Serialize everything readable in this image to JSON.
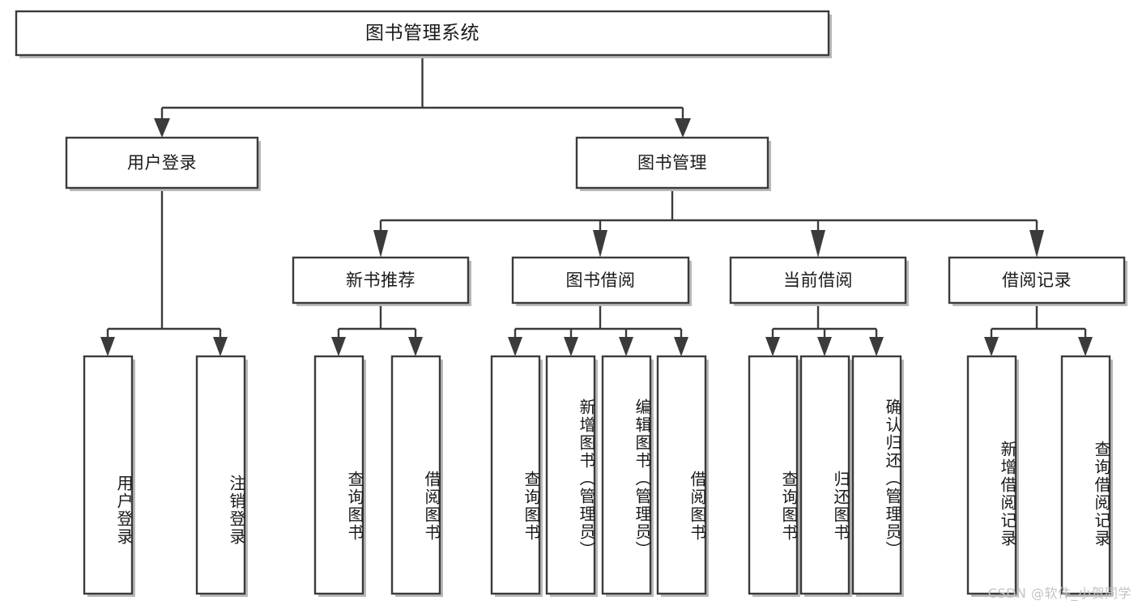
{
  "diagram": {
    "title": "图书管理系统",
    "type": "tree",
    "watermark": "CSDN @软件_小贺同学",
    "nodes": {
      "root": {
        "label": "图书管理系统",
        "level": 0
      },
      "user_login": {
        "label": "用户登录",
        "level": 1
      },
      "book_manage": {
        "label": "图书管理",
        "level": 1
      },
      "new_book_rec": {
        "label": "新书推荐",
        "level": 2
      },
      "book_borrow": {
        "label": "图书借阅",
        "level": 2
      },
      "current_borrow": {
        "label": "当前借阅",
        "level": 2
      },
      "borrow_record": {
        "label": "借阅记录",
        "level": 2
      },
      "leaf_user_login": {
        "label": "用户登录",
        "level": 3
      },
      "leaf_logout": {
        "label": "注销登录",
        "level": 3
      },
      "leaf_query_book_1": {
        "label": "查询图书",
        "level": 3
      },
      "leaf_borrow_book_1": {
        "label": "借阅图书",
        "level": 3
      },
      "leaf_query_book_2": {
        "label": "查询图书",
        "level": 3
      },
      "leaf_add_book": {
        "label": "新增图书（管理员）",
        "level": 3
      },
      "leaf_edit_book": {
        "label": "编辑图书（管理员）",
        "level": 3
      },
      "leaf_borrow_book_2": {
        "label": "借阅图书",
        "level": 3
      },
      "leaf_query_book_3": {
        "label": "查询图书",
        "level": 3
      },
      "leaf_return_book": {
        "label": "归还图书",
        "level": 3
      },
      "leaf_confirm_return": {
        "label": "确认归还（管理员）",
        "level": 3
      },
      "leaf_add_record": {
        "label": "新增借阅记录",
        "level": 3
      },
      "leaf_query_record": {
        "label": "查询借阅记录",
        "level": 3
      }
    },
    "edges": [
      {
        "from": "root",
        "to": "user_login"
      },
      {
        "from": "root",
        "to": "book_manage"
      },
      {
        "from": "user_login",
        "to": "leaf_user_login"
      },
      {
        "from": "user_login",
        "to": "leaf_logout"
      },
      {
        "from": "book_manage",
        "to": "new_book_rec"
      },
      {
        "from": "book_manage",
        "to": "book_borrow"
      },
      {
        "from": "book_manage",
        "to": "current_borrow"
      },
      {
        "from": "book_manage",
        "to": "borrow_record"
      },
      {
        "from": "new_book_rec",
        "to": "leaf_query_book_1"
      },
      {
        "from": "new_book_rec",
        "to": "leaf_borrow_book_1"
      },
      {
        "from": "book_borrow",
        "to": "leaf_query_book_2"
      },
      {
        "from": "book_borrow",
        "to": "leaf_add_book"
      },
      {
        "from": "book_borrow",
        "to": "leaf_edit_book"
      },
      {
        "from": "book_borrow",
        "to": "leaf_borrow_book_2"
      },
      {
        "from": "current_borrow",
        "to": "leaf_query_book_3"
      },
      {
        "from": "current_borrow",
        "to": "leaf_return_book"
      },
      {
        "from": "current_borrow",
        "to": "leaf_confirm_return"
      },
      {
        "from": "borrow_record",
        "to": "leaf_add_record"
      },
      {
        "from": "borrow_record",
        "to": "leaf_query_record"
      }
    ],
    "colors": {
      "background": "#ffffff",
      "box_fill": "#ffffff",
      "box_stroke": "#3b3b3b",
      "text": "#1a1a1a",
      "shadow": "#b9b9b9",
      "watermark": "#c3c3c3"
    }
  }
}
